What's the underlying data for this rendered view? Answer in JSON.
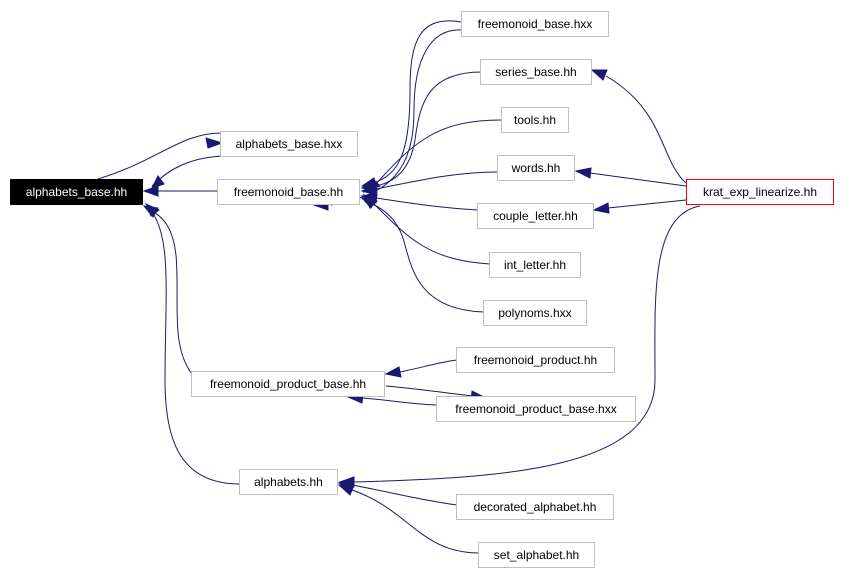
{
  "colors": {
    "edge": "#191970",
    "node_border": "#bfbfbf",
    "root_fill": "#000000",
    "root_text": "#ffffff",
    "external_border": "#ff0000"
  },
  "nodes": {
    "alphabets_base_hh": "alphabets_base.hh",
    "alphabets_base_hxx": "alphabets_base.hxx",
    "freemonoid_base_hh": "freemonoid_base.hh",
    "freemonoid_base_hxx": "freemonoid_base.hxx",
    "series_base_hh": "series_base.hh",
    "tools_hh": "tools.hh",
    "words_hh": "words.hh",
    "couple_letter_hh": "couple_letter.hh",
    "int_letter_hh": "int_letter.hh",
    "polynoms_hxx": "polynoms.hxx",
    "krat_exp_linearize_hh": "krat_exp_linearize.hh",
    "freemonoid_product_hh": "freemonoid_product.hh",
    "freemonoid_product_base_hh": "freemonoid_product_base.hh",
    "freemonoid_product_base_hxx": "freemonoid_product_base.hxx",
    "alphabets_hh": "alphabets.hh",
    "decorated_alphabet_hh": "decorated_alphabet.hh",
    "set_alphabet_hh": "set_alphabet.hh"
  }
}
